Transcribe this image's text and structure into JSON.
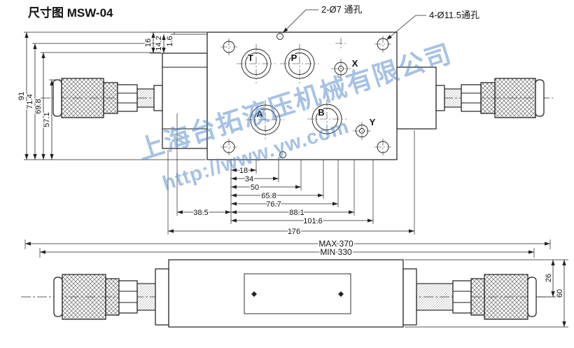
{
  "title": "尺寸图 MSW-04",
  "callouts": {
    "small_holes": "2-Ø7 通孔",
    "large_holes": "4-Ø11.5通孔"
  },
  "ports": {
    "t": "T",
    "p": "P",
    "x": "X",
    "a": "A",
    "b": "B",
    "y": "Y"
  },
  "dims": {
    "h91": "91",
    "h71_4": "71.4",
    "h69_8": "69.8",
    "h57_1": "57.1",
    "t16": "16",
    "t14_2": "14.2",
    "t1_6": "1.6",
    "c18": "18",
    "c34": "34",
    "c50": "50",
    "c65_8": "65.8",
    "c76_7": "76.7",
    "c88_1": "88.1",
    "c101_6": "101.6",
    "off38_5": "38.5",
    "total176": "176",
    "max": "MAX 370",
    "min": "MIN 330",
    "s26": "26",
    "s60": "60"
  },
  "watermark": {
    "line1": "上海台拓液压机械有限公司",
    "line2": "http://www.yw.com"
  },
  "colors": {
    "line": "#1a1a1a",
    "watermark": "#4f86cc"
  }
}
